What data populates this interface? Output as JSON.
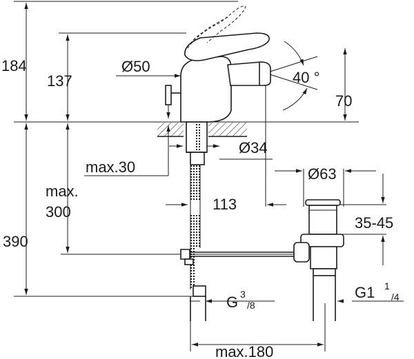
{
  "dimensions": {
    "overall_height": "184",
    "spout_height": "137",
    "aerator_diameter": "Ø50",
    "lever_angle": "40 °",
    "spout_reach": "70",
    "shank_diameter": "Ø34",
    "max_deck_thickness": "max.30",
    "max_label": "max.",
    "max_value": "300",
    "pipe_length": "390",
    "shank_to_waste": "113",
    "waste_diameter": "Ø63",
    "waste_range": "35-45",
    "supply_thread_prefix": "G",
    "supply_thread_num": "3",
    "supply_thread_den": "/8",
    "waste_thread_prefix": "G1",
    "waste_thread_num": "1",
    "waste_thread_den": "/4",
    "max_distance": "max.180"
  }
}
